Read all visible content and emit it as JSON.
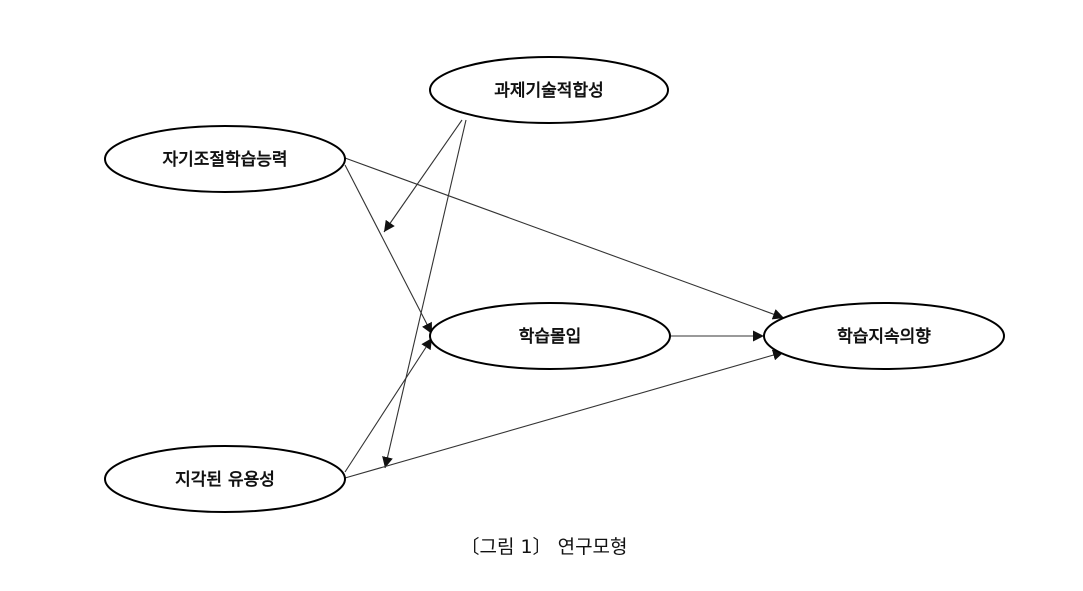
{
  "nodes": {
    "task_tech_fit": "과제기술적합성",
    "self_regulated": "자기조절학습능력",
    "learning_flow": "학습몰입",
    "continuance_intention": "학습지속의향",
    "perceived_usefulness": "지각된 유용성"
  },
  "caption": "〔그림 1〕 연구모형",
  "colors": {
    "stroke": "#000000",
    "edge": "#333333",
    "background": "#ffffff"
  }
}
